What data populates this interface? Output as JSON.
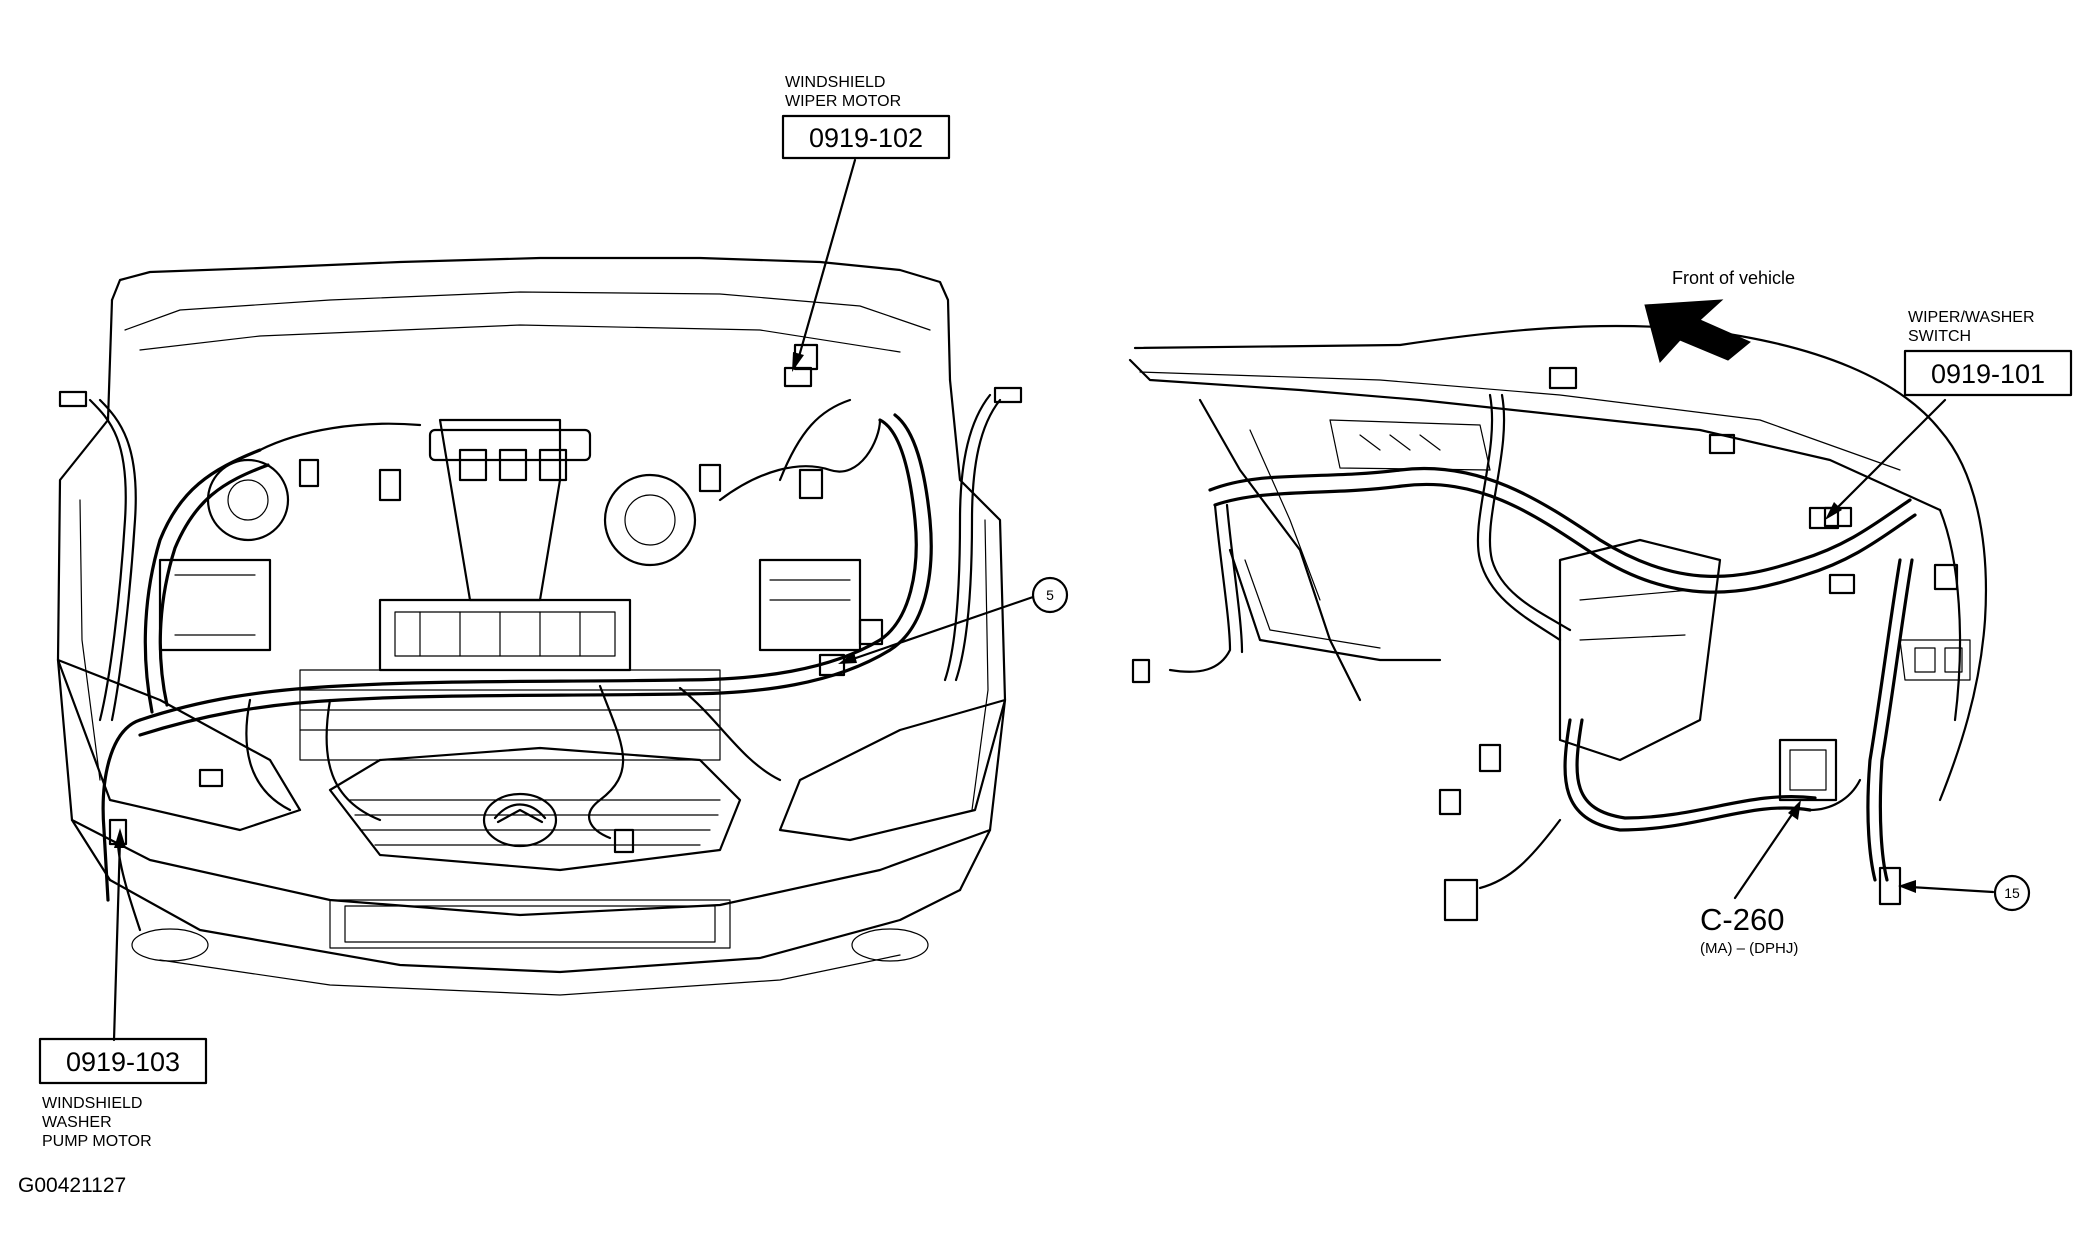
{
  "labels": {
    "wiper_motor_line1": "WINDSHIELD",
    "wiper_motor_line2": "WIPER MOTOR",
    "wiper_motor_box": "0919-102",
    "washer_pump_box": "0919-103",
    "washer_pump_line1": "WINDSHIELD",
    "washer_pump_line2": "WASHER",
    "washer_pump_line3": "PUMP MOTOR",
    "figure_id": "G00421127",
    "front_of_vehicle": "Front of vehicle",
    "wiper_switch_line1": "WIPER/WASHER",
    "wiper_switch_line2": "SWITCH",
    "wiper_switch_box": "0919-101",
    "connector_id": "C-260",
    "connector_sub": "(MA) – (DPHJ)",
    "callout_5": "5",
    "callout_15": "15"
  }
}
